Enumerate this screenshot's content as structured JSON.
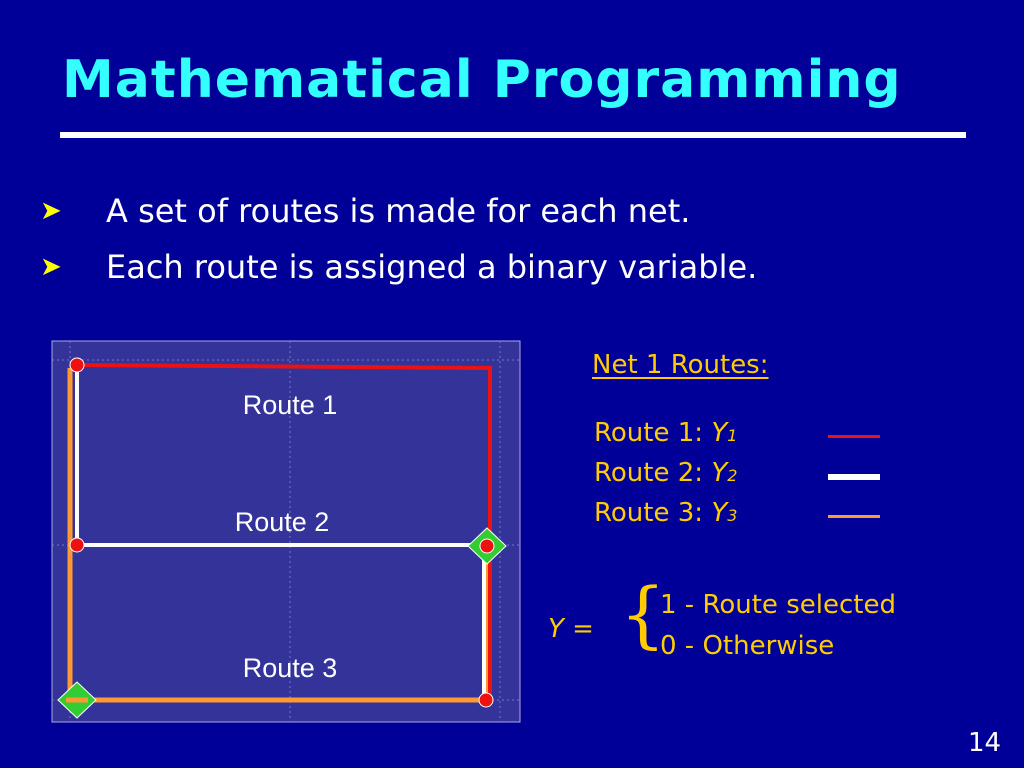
{
  "slide": {
    "title": "Mathematical Programming",
    "bullets": [
      "A set of routes is made for each net.",
      "Each route is assigned a binary variable."
    ],
    "bullet_icon": "arrowhead-bullet",
    "page_number": "14"
  },
  "diagram": {
    "route_labels": [
      "Route 1",
      "Route 2",
      "Route 3"
    ],
    "colors": {
      "background": "#000099",
      "grid_panel": "#333399",
      "route1": "#ee1111",
      "route2": "#ffffff",
      "route3": "#ff9933",
      "pin_round": "#ee1111",
      "pin_diamond": "#33cc33"
    }
  },
  "legend": {
    "heading": "Net 1 Routes:",
    "items": [
      {
        "label": "Route 1: ",
        "var": "Y",
        "sub": "1",
        "color": "#ee1111"
      },
      {
        "label": "Route 2: ",
        "var": "Y",
        "sub": "2",
        "color": "#ffffff"
      },
      {
        "label": "Route 3: ",
        "var": "Y",
        "sub": "3",
        "color": "#ff9933"
      }
    ]
  },
  "equation": {
    "var": "Y",
    "equals": " =",
    "brace": "{",
    "cases": [
      "1 - Route selected",
      "0 - Otherwise"
    ]
  }
}
